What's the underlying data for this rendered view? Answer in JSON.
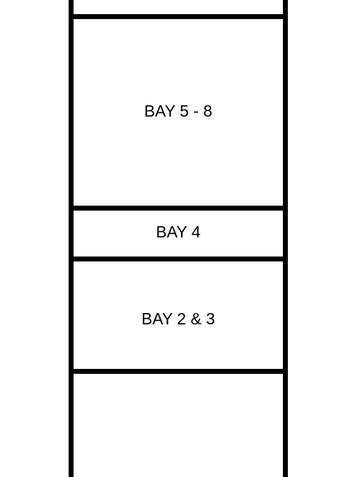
{
  "diagram": {
    "sections": [
      {
        "label": "BAY 5 - 8"
      },
      {
        "label": "BAY 4"
      },
      {
        "label": "BAY 2 & 3"
      }
    ],
    "colors": {
      "line": "#000000",
      "background": "#ffffff",
      "text": "#000000"
    }
  }
}
